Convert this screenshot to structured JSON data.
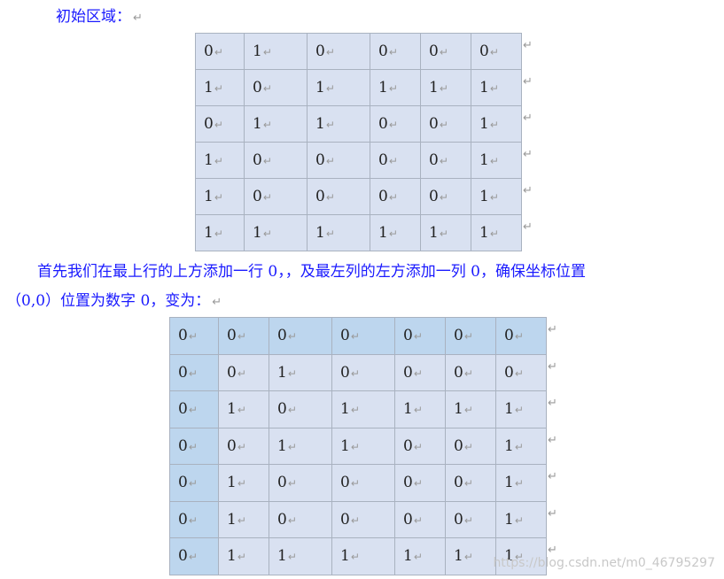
{
  "doc": {
    "heading1": "初始区域：",
    "paragraph_line1": "首先我们在最上行的上方添加一行 0，，及最左列的左方添加一列 0，确保坐标位置",
    "paragraph_line2": "（0,0）位置为数字 0，变为：",
    "para_mark": "↵",
    "watermark": "https://blog.csdn.net/m0_46795297"
  },
  "grid1": [
    [
      "0",
      "1",
      "0",
      "0",
      "0",
      "0"
    ],
    [
      "1",
      "0",
      "1",
      "1",
      "1",
      "1"
    ],
    [
      "0",
      "1",
      "1",
      "0",
      "0",
      "1"
    ],
    [
      "1",
      "0",
      "0",
      "0",
      "0",
      "1"
    ],
    [
      "1",
      "0",
      "0",
      "0",
      "0",
      "1"
    ],
    [
      "1",
      "1",
      "1",
      "1",
      "1",
      "1"
    ]
  ],
  "grid2": [
    [
      "0",
      "0",
      "0",
      "0",
      "0",
      "0",
      "0"
    ],
    [
      "0",
      "0",
      "1",
      "0",
      "0",
      "0",
      "0"
    ],
    [
      "0",
      "1",
      "0",
      "1",
      "1",
      "1",
      "1"
    ],
    [
      "0",
      "0",
      "1",
      "1",
      "0",
      "0",
      "1"
    ],
    [
      "0",
      "1",
      "0",
      "0",
      "0",
      "0",
      "1"
    ],
    [
      "0",
      "1",
      "0",
      "0",
      "0",
      "0",
      "1"
    ],
    [
      "0",
      "1",
      "1",
      "1",
      "1",
      "1",
      "1"
    ]
  ],
  "colors": {
    "text_blue": "#1a1aff",
    "cell_bg": "#d9e1f1",
    "header_bg": "#bdd6ee"
  }
}
